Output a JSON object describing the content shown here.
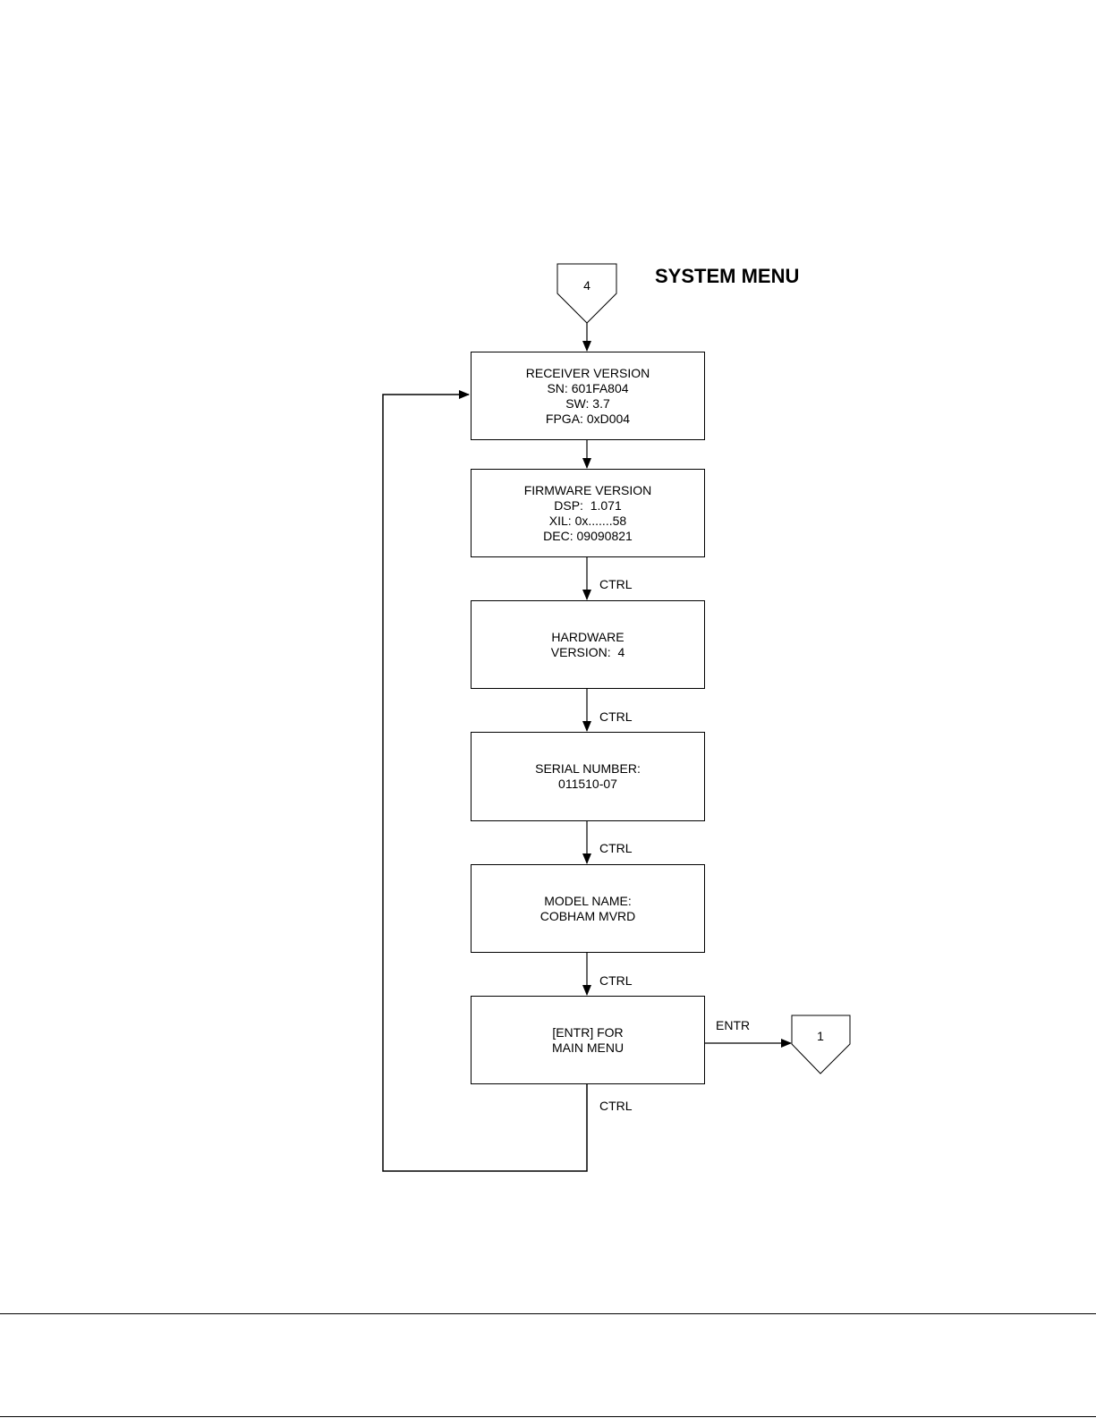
{
  "title": "SYSTEM MENU",
  "connectors": {
    "entry": "4",
    "exit": "1"
  },
  "boxes": {
    "receiver": {
      "lines": [
        "RECEIVER VERSION",
        "SN: 601FA804",
        "SW: 3.7",
        "FPGA: 0xD004"
      ]
    },
    "firmware": {
      "lines": [
        "FIRMWARE VERSION",
        "DSP:  1.071",
        "XIL: 0x.......58",
        "DEC: 09090821"
      ]
    },
    "hardware": {
      "lines": [
        "HARDWARE",
        "VERSION:  4"
      ]
    },
    "serial": {
      "lines": [
        "SERIAL NUMBER:",
        "011510-07"
      ]
    },
    "model": {
      "lines": [
        "MODEL NAME:",
        "COBHAM MVRD"
      ]
    },
    "entr": {
      "lines": [
        "[ENTR] FOR",
        "MAIN MENU"
      ]
    }
  },
  "edge_labels": {
    "firmware_to_hardware": "CTRL",
    "hardware_to_serial": "CTRL",
    "serial_to_model": "CTRL",
    "model_to_entr": "CTRL",
    "entr_to_main": "ENTR",
    "entr_loop": "CTRL"
  },
  "colors": {
    "line": "#000000",
    "scroll_arrow": "#a6a6a6"
  }
}
